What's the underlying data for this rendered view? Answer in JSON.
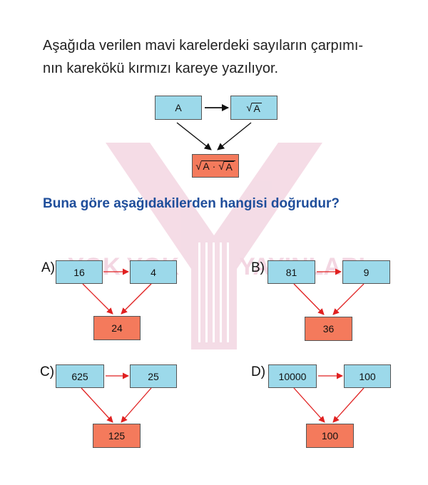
{
  "stem_line1": "Aşağıda verilen mavi karelerdeki sayıların çarpımı-",
  "stem_line2": "nın karekökü kırmızı kareye yazılıyor.",
  "example": {
    "left": "A",
    "right_radicand": "A",
    "result_radicand1": "A",
    "result_dot": "·",
    "result_radicand2": "A"
  },
  "question": "Buna göre aşağıdakilerden hangisi doğrudur?",
  "options": [
    {
      "label": "A)",
      "left": "16",
      "right": "4",
      "result": "24"
    },
    {
      "label": "B)",
      "left": "81",
      "right": "9",
      "result": "36"
    },
    {
      "label": "C)",
      "left": "625",
      "right": "25",
      "result": "125"
    },
    {
      "label": "D)",
      "left": "10000",
      "right": "100",
      "result": "100"
    }
  ],
  "watermark_left": "YOK YOK",
  "watermark_right": "YAYINLARI",
  "colors": {
    "blue_box": "#9cd9ea",
    "red_box": "#f47a5c",
    "question_text": "#1f4e9b",
    "option_arrows": "#e02020",
    "example_arrows": "#111111",
    "watermark": "#f3d6e2"
  }
}
